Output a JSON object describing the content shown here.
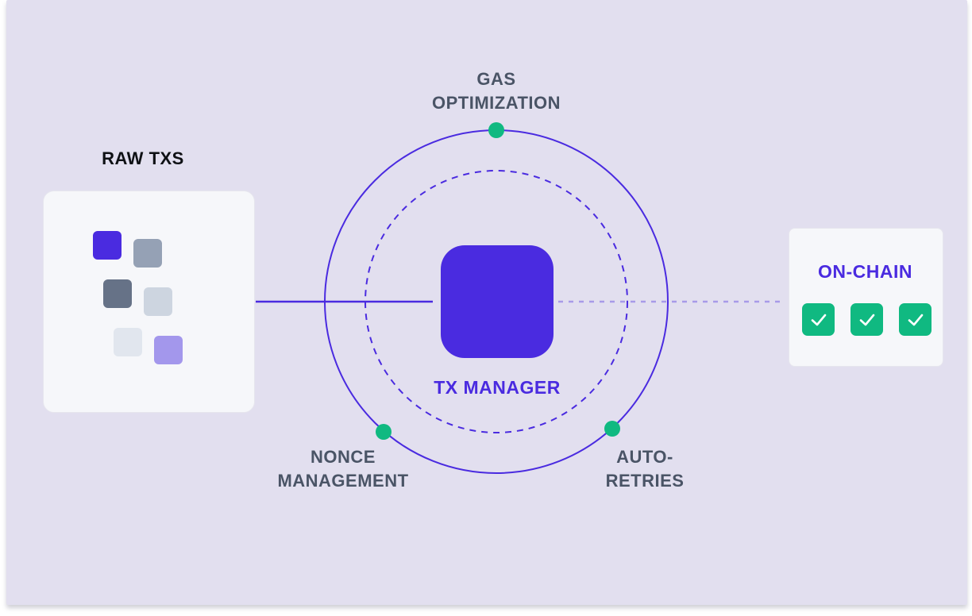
{
  "raw": {
    "title": "RAW TXS"
  },
  "center": {
    "label": "TX MANAGER"
  },
  "features": {
    "gas": "GAS\nOPTIMIZATION",
    "nonce": "NONCE\nMANAGEMENT",
    "retries": "AUTO-\nRETRIES"
  },
  "chain": {
    "title": "ON-CHAIN",
    "checks": 3
  },
  "colors": {
    "accent": "#4a2be0",
    "node": "#10b981",
    "background": "#e2dfef",
    "text": "#4a5466"
  }
}
